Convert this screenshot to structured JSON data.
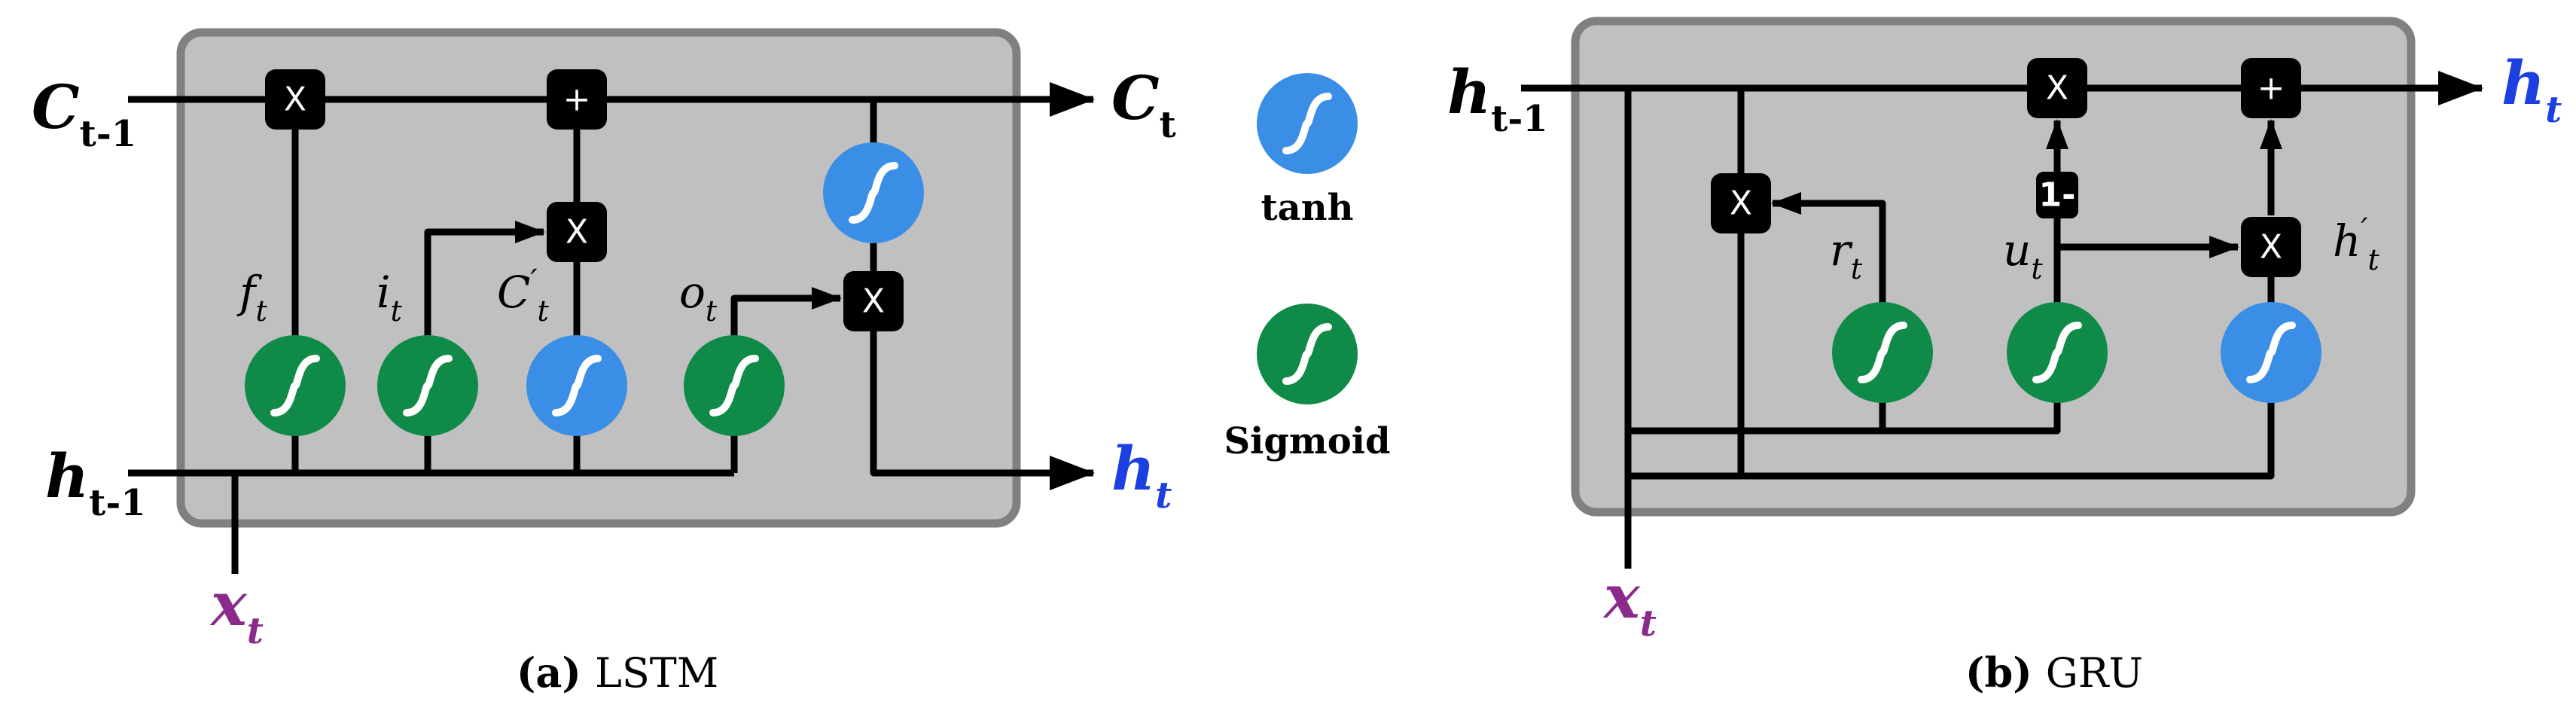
{
  "lstm": {
    "caption_prefix": "(a)",
    "caption": "LSTM",
    "ops": {
      "mul": "X",
      "add": "+"
    },
    "labels": {
      "c_prev_main": "C",
      "c_prev_sub": "t-1",
      "c_out_main": "C",
      "c_out_sub": "t",
      "h_prev_main": "h",
      "h_prev_sub": "t-1",
      "h_out_main": "h",
      "h_out_sub": "t",
      "x_main": "x",
      "x_sub": "t",
      "f_main": "f",
      "f_sub": "t",
      "i_main": "i",
      "i_sub": "t",
      "cp_main": "C",
      "cp_prime": "′",
      "cp_sub": "t",
      "o_main": "o",
      "o_sub": "t"
    }
  },
  "legend": {
    "tanh": "tanh",
    "sigmoid": "Sigmoid"
  },
  "gru": {
    "caption_prefix": "(b)",
    "caption": "GRU",
    "ops": {
      "mul": "X",
      "add": "+",
      "one_minus": "1-"
    },
    "labels": {
      "h_prev_main": "h",
      "h_prev_sub": "t-1",
      "h_out_main": "h",
      "h_out_sub": "t",
      "x_main": "x",
      "x_sub": "t",
      "r_main": "r",
      "r_sub": "t",
      "u_main": "u",
      "u_sub": "t",
      "hp_main": "h",
      "hp_prime": "′",
      "hp_sub": "t"
    }
  },
  "colors": {
    "tanh": "#3b8ee6",
    "sigmoid": "#108a48",
    "output": "#1c3fe0",
    "input": "#8a2a8a",
    "cell_fill": "#c0c0c0",
    "cell_border": "#808080"
  }
}
